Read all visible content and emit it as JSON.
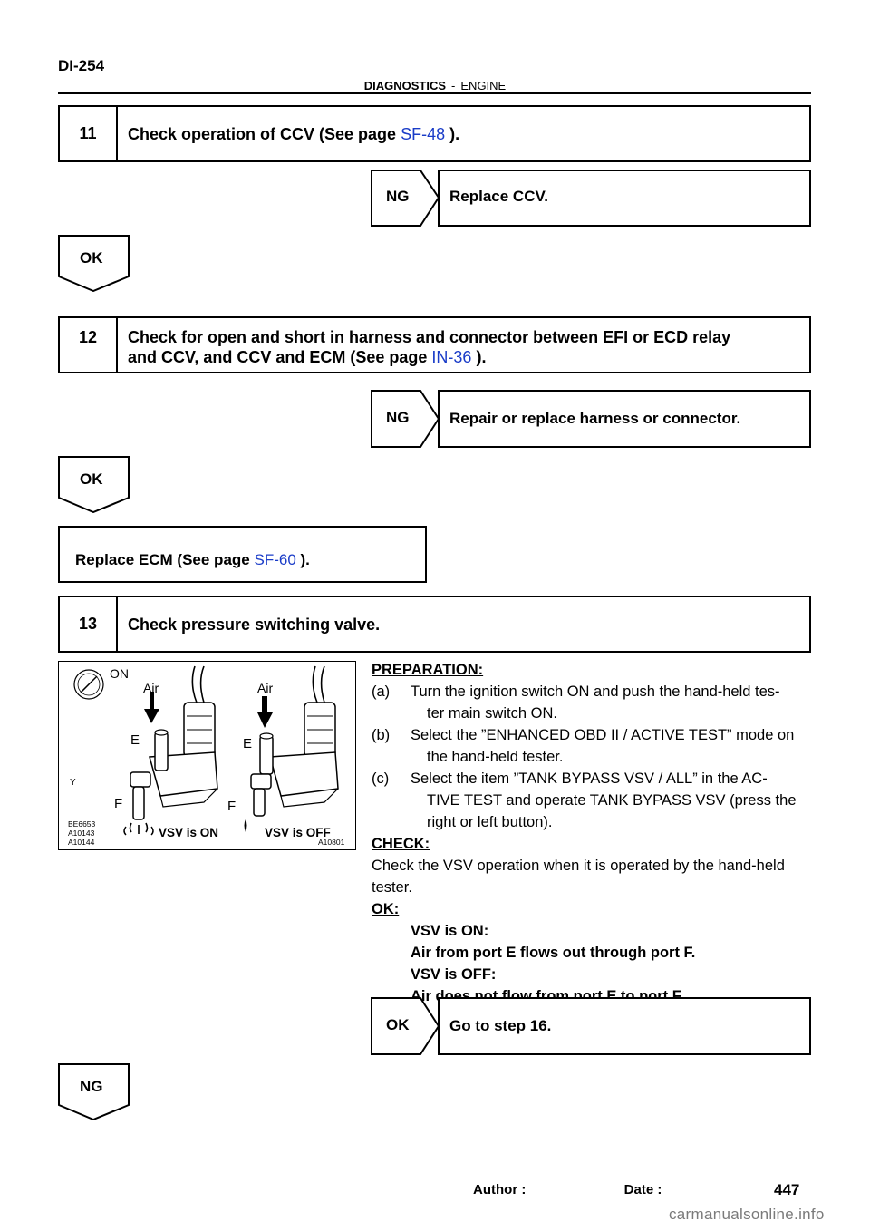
{
  "header": {
    "page_id": "DI-254",
    "section": "DIAGNOSTICS",
    "separator": "-",
    "subsection": "ENGINE"
  },
  "step11": {
    "number": "11",
    "title": "Check operation of CCV (See page",
    "link": "SF-48",
    "suffix": ").",
    "ng_label": "NG",
    "ng_result": "Replace CCV.",
    "ok_label": "OK"
  },
  "step12": {
    "number": "12",
    "title_line1": "Check for open and short in harness and connector between EFI or ECD relay",
    "title_line2": "and CCV, and CCV and ECM (See page",
    "link": "IN-36",
    "suffix": ").",
    "ng_label": "NG",
    "ng_result": "Repair or replace harness or connector.",
    "ok_label": "OK",
    "final_text": "Replace ECM (See page",
    "final_link": "SF-60",
    "final_suffix": ")."
  },
  "step13": {
    "number": "13",
    "title": "Check pressure switching valve.",
    "illustration": {
      "on_label": "ON",
      "air_left": "Air",
      "air_right": "Air",
      "e_left": "E",
      "e_right": "E",
      "f_left": "F",
      "f_right": "F",
      "y_label": "Y",
      "vsv_on": "VSV is ON",
      "vsv_off": "VSV is OFF",
      "code1": "BE6653",
      "code2": "A10143",
      "code3": "A10144",
      "code4": "A10801"
    },
    "preparation_heading": "PREPARATION:",
    "prep_items": [
      {
        "mark": "(a)",
        "line1": "Turn the ignition switch ON and push the hand-held tes-",
        "line2": "ter main switch ON."
      },
      {
        "mark": "(b)",
        "line1": "Select the ”ENHANCED OBD II / ACTIVE TEST” mode on",
        "line2": "the  hand-held  tester."
      },
      {
        "mark": "(c)",
        "line1": "Select the item ”TANK BYPASS VSV / ALL” in the AC-",
        "line2": "TIVE TEST and operate TANK BYPASS VSV (press the",
        "line3": "right or left button)."
      }
    ],
    "check_heading": "CHECK:",
    "check_line1": "Check the VSV operation when it is operated by the hand-held",
    "check_line2": "tester.",
    "ok_heading": "OK:",
    "ok_lines": [
      "VSV is ON:",
      "Air from port E flows out through port F.",
      "VSV is OFF:",
      "Air does not flow from port E to port F."
    ],
    "ok_label": "OK",
    "ok_result": "Go to step 16.",
    "ng_label": "NG"
  },
  "footer": {
    "author_date": "Author :                          Date :",
    "page_number": "447",
    "watermark": "carmanualsonline.info"
  }
}
